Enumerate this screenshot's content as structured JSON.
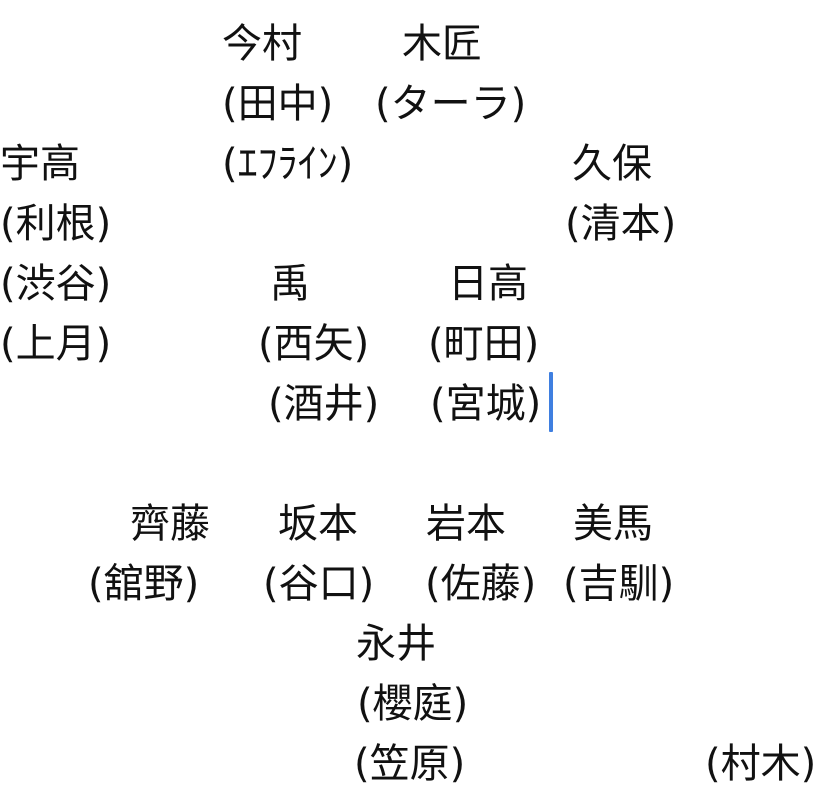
{
  "lines": [
    "今村",
    "木匠",
    "(田中)",
    "(ターラ)",
    "宇高",
    "(ｴﾌﾗｲﾝ)",
    "久保",
    "(利根)",
    "(清本)",
    "(渋谷)",
    "禹",
    "日高",
    "(上月)",
    "(西矢)",
    "(町田)",
    "(酒井)",
    "(宮城)",
    "齊藤",
    "坂本",
    "岩本",
    "美馬",
    "(舘野)",
    "(谷口)",
    "(佐藤)",
    "(吉馴)",
    "永井",
    "(櫻庭)",
    "(笠原)",
    "(村木)"
  ],
  "caret_color": "#3f7fe0"
}
